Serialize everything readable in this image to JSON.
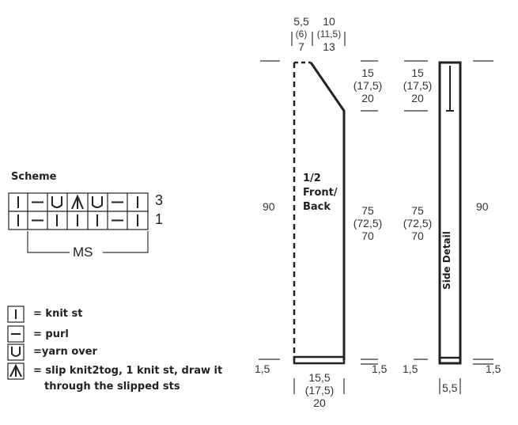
{
  "scheme": {
    "title": "Scheme",
    "row_numbers": [
      "3",
      "1"
    ],
    "row3_symbols": [
      "knit",
      "purl",
      "yarn-over",
      "slip-k2tog-psso",
      "yarn-over",
      "purl",
      "knit"
    ],
    "row1_symbols": [
      "knit",
      "purl",
      "knit",
      "knit",
      "knit",
      "purl",
      "knit"
    ],
    "repeat_label": "MS"
  },
  "legend": [
    {
      "symbol": "knit",
      "text": "= knit st"
    },
    {
      "symbol": "purl",
      "text": "=  purl"
    },
    {
      "symbol": "yarn-over",
      "text": "=yarn over"
    },
    {
      "symbol": "slip-k2tog-psso",
      "text": "= slip knit2tog, 1 knit st, draw it"
    },
    {
      "symbol": "none",
      "text": "through the slipped sts"
    }
  ],
  "front_back": {
    "label_line1": "1/2",
    "label_line2": "Front/",
    "label_line3": "Back",
    "top_width_left": {
      "a": "5,5",
      "b": "(6)",
      "c": "7"
    },
    "top_width_right": {
      "a": "10",
      "b": "(11,5)",
      "c": "13"
    },
    "height_total": "90",
    "shoulder_height": {
      "a": "15",
      "b": "(17,5)",
      "c": "20"
    },
    "body_height": {
      "a": "75",
      "b": "(72,5)",
      "c": "70"
    },
    "edge_left": "1,5",
    "edge_right": "1,5",
    "bottom_width": {
      "a": "15,5",
      "b": "(17,5)",
      "c": "20"
    }
  },
  "side_detail": {
    "label": "Side Detail",
    "top_height": {
      "a": "15",
      "b": "(17,5)",
      "c": "20"
    },
    "body_height": {
      "a": "75",
      "b": "(72,5)",
      "c": "70"
    },
    "height_total": "90",
    "edge_left": "1,5",
    "edge_right": "1,5",
    "bottom_width": "5,5"
  },
  "colors": {
    "line": "#222222",
    "dim": "#333333"
  }
}
